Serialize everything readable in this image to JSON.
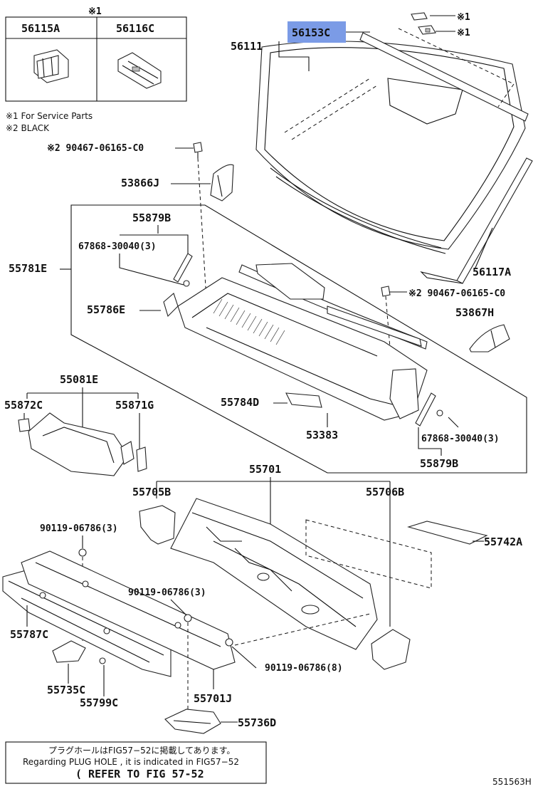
{
  "inset_table": {
    "mark": "※1",
    "col1": "56115A",
    "col2": "56116C"
  },
  "legend": {
    "line1": "※1 For Service Parts",
    "line2": "※2 BLACK"
  },
  "labels": {
    "p56153C": "56153C",
    "p56111": "56111",
    "mark_top1": "※1",
    "mark_top2": "※1",
    "p90467_left": "※2 90467-06165-C0",
    "p53866J": "53866J",
    "p55879B_top": "55879B",
    "p67868_left": "67868-30040(3)",
    "p55781E": "55781E",
    "p56117A": "56117A",
    "p90467_right": "※2 90467-06165-C0",
    "p55786E": "55786E",
    "p53867H": "53867H",
    "p55081E": "55081E",
    "p55872C": "55872C",
    "p55871G": "55871G",
    "p55784D": "55784D",
    "p53383": "53383",
    "p67868_right": "67868-30040(3)",
    "p55879B_bottom": "55879B",
    "p55701": "55701",
    "p55705B": "55705B",
    "p55706B": "55706B",
    "p90119_a": "90119-06786(3)",
    "p55742A": "55742A",
    "p90119_b": "90119-06786(3)",
    "p55787C": "55787C",
    "p90119_c": "90119-06786(8)",
    "p55735C": "55735C",
    "p55799C": "55799C",
    "p55701J": "55701J",
    "p55736D": "55736D"
  },
  "footer": {
    "line1": "プラグホールはFIG57−52に掲載してあります。",
    "line2": "Regarding PLUG HOLE , it is indicated in FIG57−52",
    "line3": "( REFER TO FIG 57-52",
    "code": "551563H"
  },
  "highlight_color": "#7b9be6"
}
